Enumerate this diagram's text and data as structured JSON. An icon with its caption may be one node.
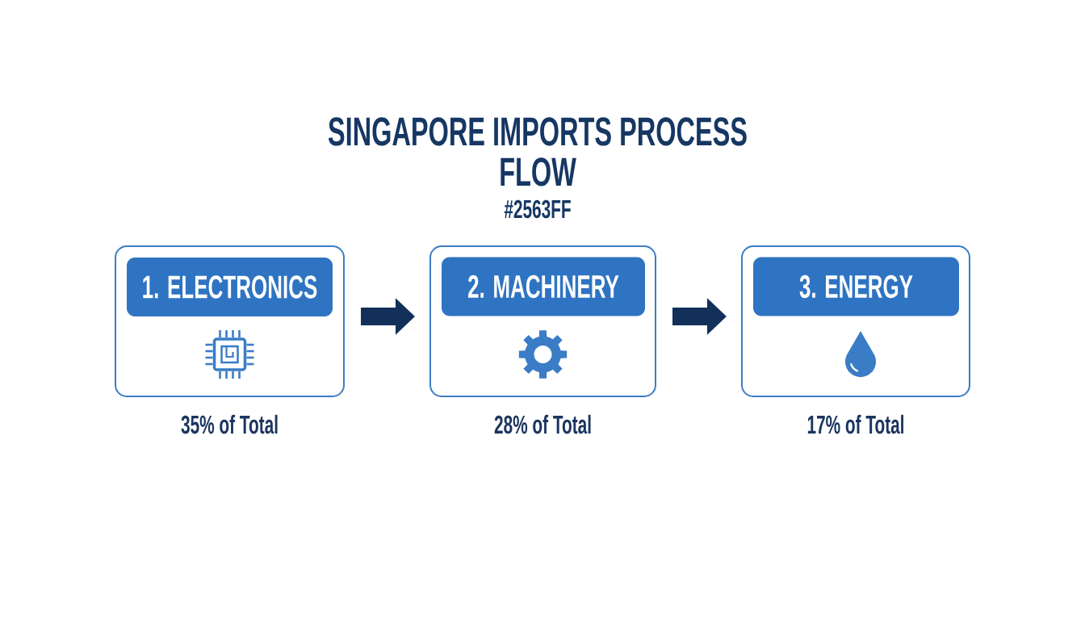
{
  "diagram": {
    "title": "SINGAPORE IMPORTS PROCESS FLOW",
    "nodes": [
      {
        "text": [],
        "shape": "box",
        "beside": [
          "35% of Total"
        ]
      },
      {
        "text": [
          "1. ELECTRONICS"
        ],
        "in": 0
      },
      {
        "text": [],
        "shape": "box",
        "beside": [
          "28% of Total"
        ]
      },
      {
        "text": [
          "2. MACHINERY"
        ],
        "in": 2
      },
      {
        "text": [],
        "shape": "box",
        "beside": [
          "17% of Total"
        ]
      },
      {
        "text": [
          "3. ENERGY"
        ],
        "in": 4
      }
    ],
    "edges": [
      {
        "from": 0,
        "to": 2,
        "arrow": "to"
      },
      {
        "from": 2,
        "to": 4,
        "arrow": "to"
      }
    ],
    "labels": [
      "#2563FF"
    ]
  }
}
